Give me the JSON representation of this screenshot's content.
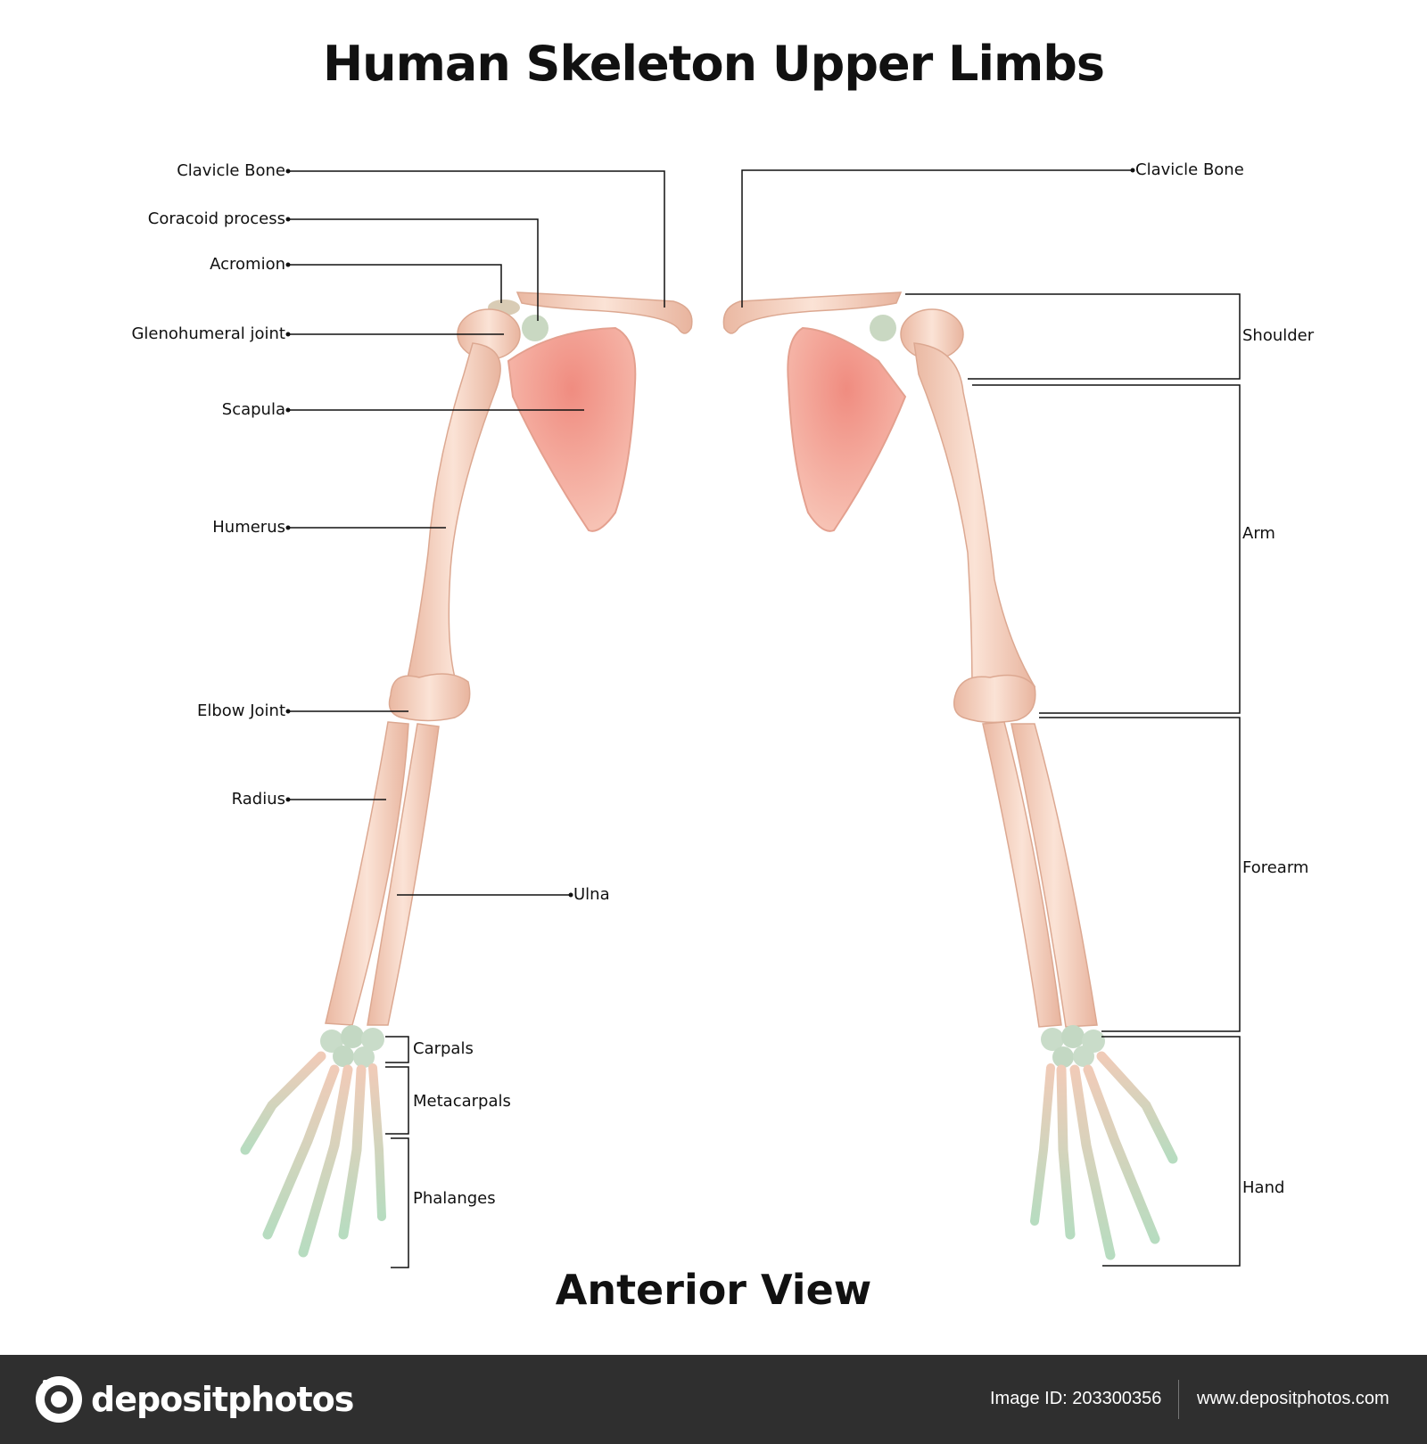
{
  "title": "Human Skeleton Upper Limbs",
  "subtitle": "Anterior View",
  "left_labels": {
    "clavicle": "Clavicle Bone",
    "coracoid": "Coracoid process",
    "acromion": "Acromion",
    "glenohumeral": "Glenohumeral joint",
    "scapula": "Scapula",
    "humerus": "Humerus",
    "elbow": "Elbow Joint",
    "radius": "Radius",
    "ulna": "Ulna",
    "carpals": "Carpals",
    "metacarpals": "Metacarpals",
    "phalanges": "Phalanges"
  },
  "right_labels": {
    "clavicle": "Clavicle Bone",
    "shoulder": "Shoulder",
    "arm": "Arm",
    "forearm": "Forearm",
    "hand": "Hand"
  },
  "footer": {
    "brand": "depositphotos",
    "image_id": "Image ID: 203300356",
    "site": "www.depositphotos.com"
  },
  "colors": {
    "bone": "#f2cfbd",
    "scapula": "#f4a89a",
    "hand_bone": "#cfe3cf",
    "footer_bg": "#2f2f2f"
  }
}
